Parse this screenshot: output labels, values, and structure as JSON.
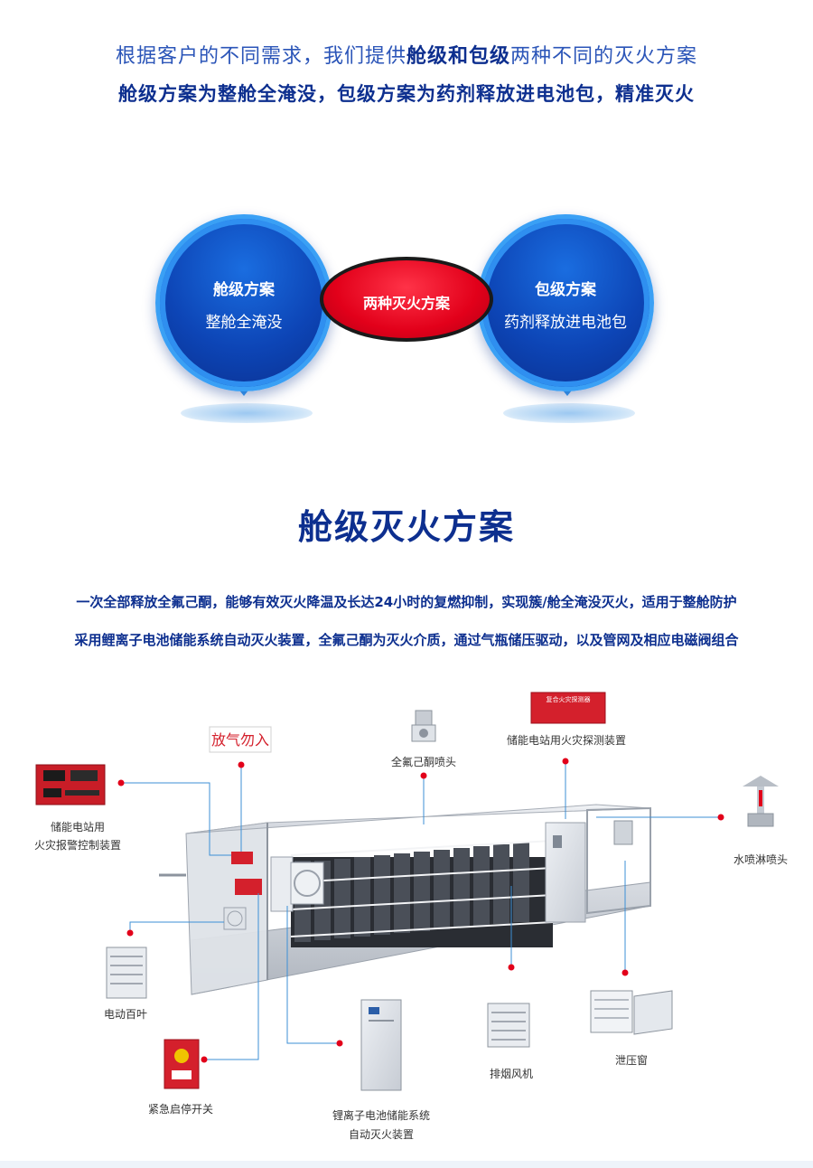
{
  "intro": {
    "line1_a": "根据客户的不同需求，我们提供",
    "line1_b": "舱级和包级",
    "line1_c": "两种不同的灭火方案",
    "line2": "舱级方案为整舱全淹没，包级方案为药剂释放进电池包，精准灭火"
  },
  "diagram": {
    "left_title": "舱级方案",
    "left_sub": "整舱全淹没",
    "center": "两种灭火方案",
    "right_title": "包级方案",
    "right_sub": "药剂释放进电池包"
  },
  "section": {
    "title": "舱级灭火方案",
    "desc1": "一次全部释放全氟己酮，能够有效灭火降温及长达24小时的复燃抑制，实现簇/舱全淹没灭火，适用于整舱防护",
    "desc2": "采用鲤离子电池储能系统自动灭火装置，全氟己酮为灭火介质，通过气瓶储压驱动，以及管网及相应电磁阀组合"
  },
  "illustration": {
    "sign_text": "放气勿入",
    "detector_text": "复合火灾探测器",
    "labels": {
      "control_panel_1": "储能电站用",
      "control_panel_2": "火灾报警控制装置",
      "nozzle": "全氟己酮喷头",
      "detector": "储能电站用火灾探测装置",
      "sprinkler": "水喷淋喷头",
      "louver": "电动百叶",
      "emergency_switch": "紧急启停开关",
      "extinguisher_1": "锂离子电池储能系统",
      "extinguisher_2": "自动灭火装置",
      "exhaust_fan": "排烟风机",
      "relief_vent": "泄压窗"
    }
  },
  "colors": {
    "brand_blue": "#0d2f8f",
    "accent_blue": "#2b55b8",
    "line_blue": "#3c8fd6",
    "red": "#e2001a"
  }
}
